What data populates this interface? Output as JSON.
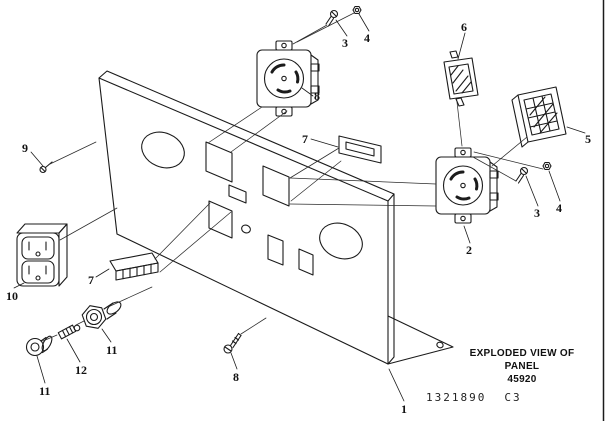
{
  "figure": {
    "caption_line1": "EXPLODED VIEW OF",
    "caption_line2": "PANEL",
    "caption_line3": "45920",
    "drawing_number": "1321890",
    "revision_code": "C3"
  },
  "callouts": [
    {
      "label": "3"
    },
    {
      "label": "4"
    },
    {
      "label": "8"
    },
    {
      "label": "6"
    },
    {
      "label": "5"
    },
    {
      "label": "9"
    },
    {
      "label": "7"
    },
    {
      "label": "2"
    },
    {
      "label": "3"
    },
    {
      "label": "4"
    },
    {
      "label": "10"
    },
    {
      "label": "7"
    },
    {
      "label": "11"
    },
    {
      "label": "12"
    },
    {
      "label": "11"
    },
    {
      "label": "8"
    },
    {
      "label": "1"
    }
  ]
}
